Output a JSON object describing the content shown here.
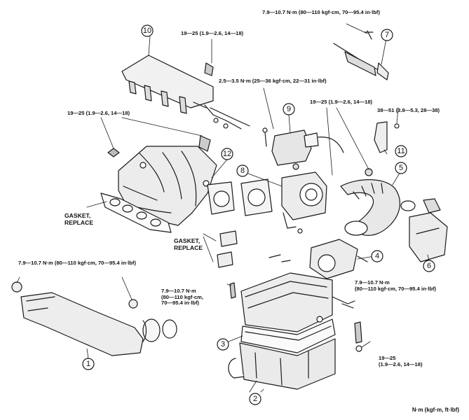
{
  "diagram": {
    "torque_labels": {
      "t_top_right": "7.9—10.7 N·m (80—110 kgf·cm, 70—95.4 in·lbf)",
      "t_fuel_rail": "19—25 (1.9—2.6, 14—18)",
      "t_center": "2.5—3.5 N·m (25—36 kgf·cm, 22—31 in·lbf)",
      "t_throttle": "19—25 (1.9—2.6, 14—18)",
      "t_bracket": "38—51 (3.8—5.3, 28—38)",
      "t_manifold": "19—25 (1.9—2.6, 14—18)",
      "t_left_mid": "7.9—10.7 N·m (80—110 kgf·cm, 70—95.4 in·lbf)",
      "t_mid_1": "7.9—10.7 N·m",
      "t_mid_2": "(80—110 kgf·cm,",
      "t_mid_3": "70—95.4 in·lbf)",
      "t_right_mid_1": "7.9—10.7 N·m",
      "t_right_mid_2": "(80—110 kgf·cm, 70—95.4 in·lbf)",
      "t_bottom_right_1": "19—25",
      "t_bottom_right_2": "(1.9—2.6, 14—18)"
    },
    "captions": {
      "gasket_left_1": "GASKET,",
      "gasket_left_2": "REPLACE",
      "gasket_mid_1": "GASKET,",
      "gasket_mid_2": "REPLACE"
    },
    "callouts": [
      "1",
      "2",
      "3",
      "4",
      "5",
      "6",
      "7",
      "8",
      "9",
      "10",
      "11",
      "12"
    ],
    "units_note": "N·m (kgf·m, ft·lbf)"
  }
}
